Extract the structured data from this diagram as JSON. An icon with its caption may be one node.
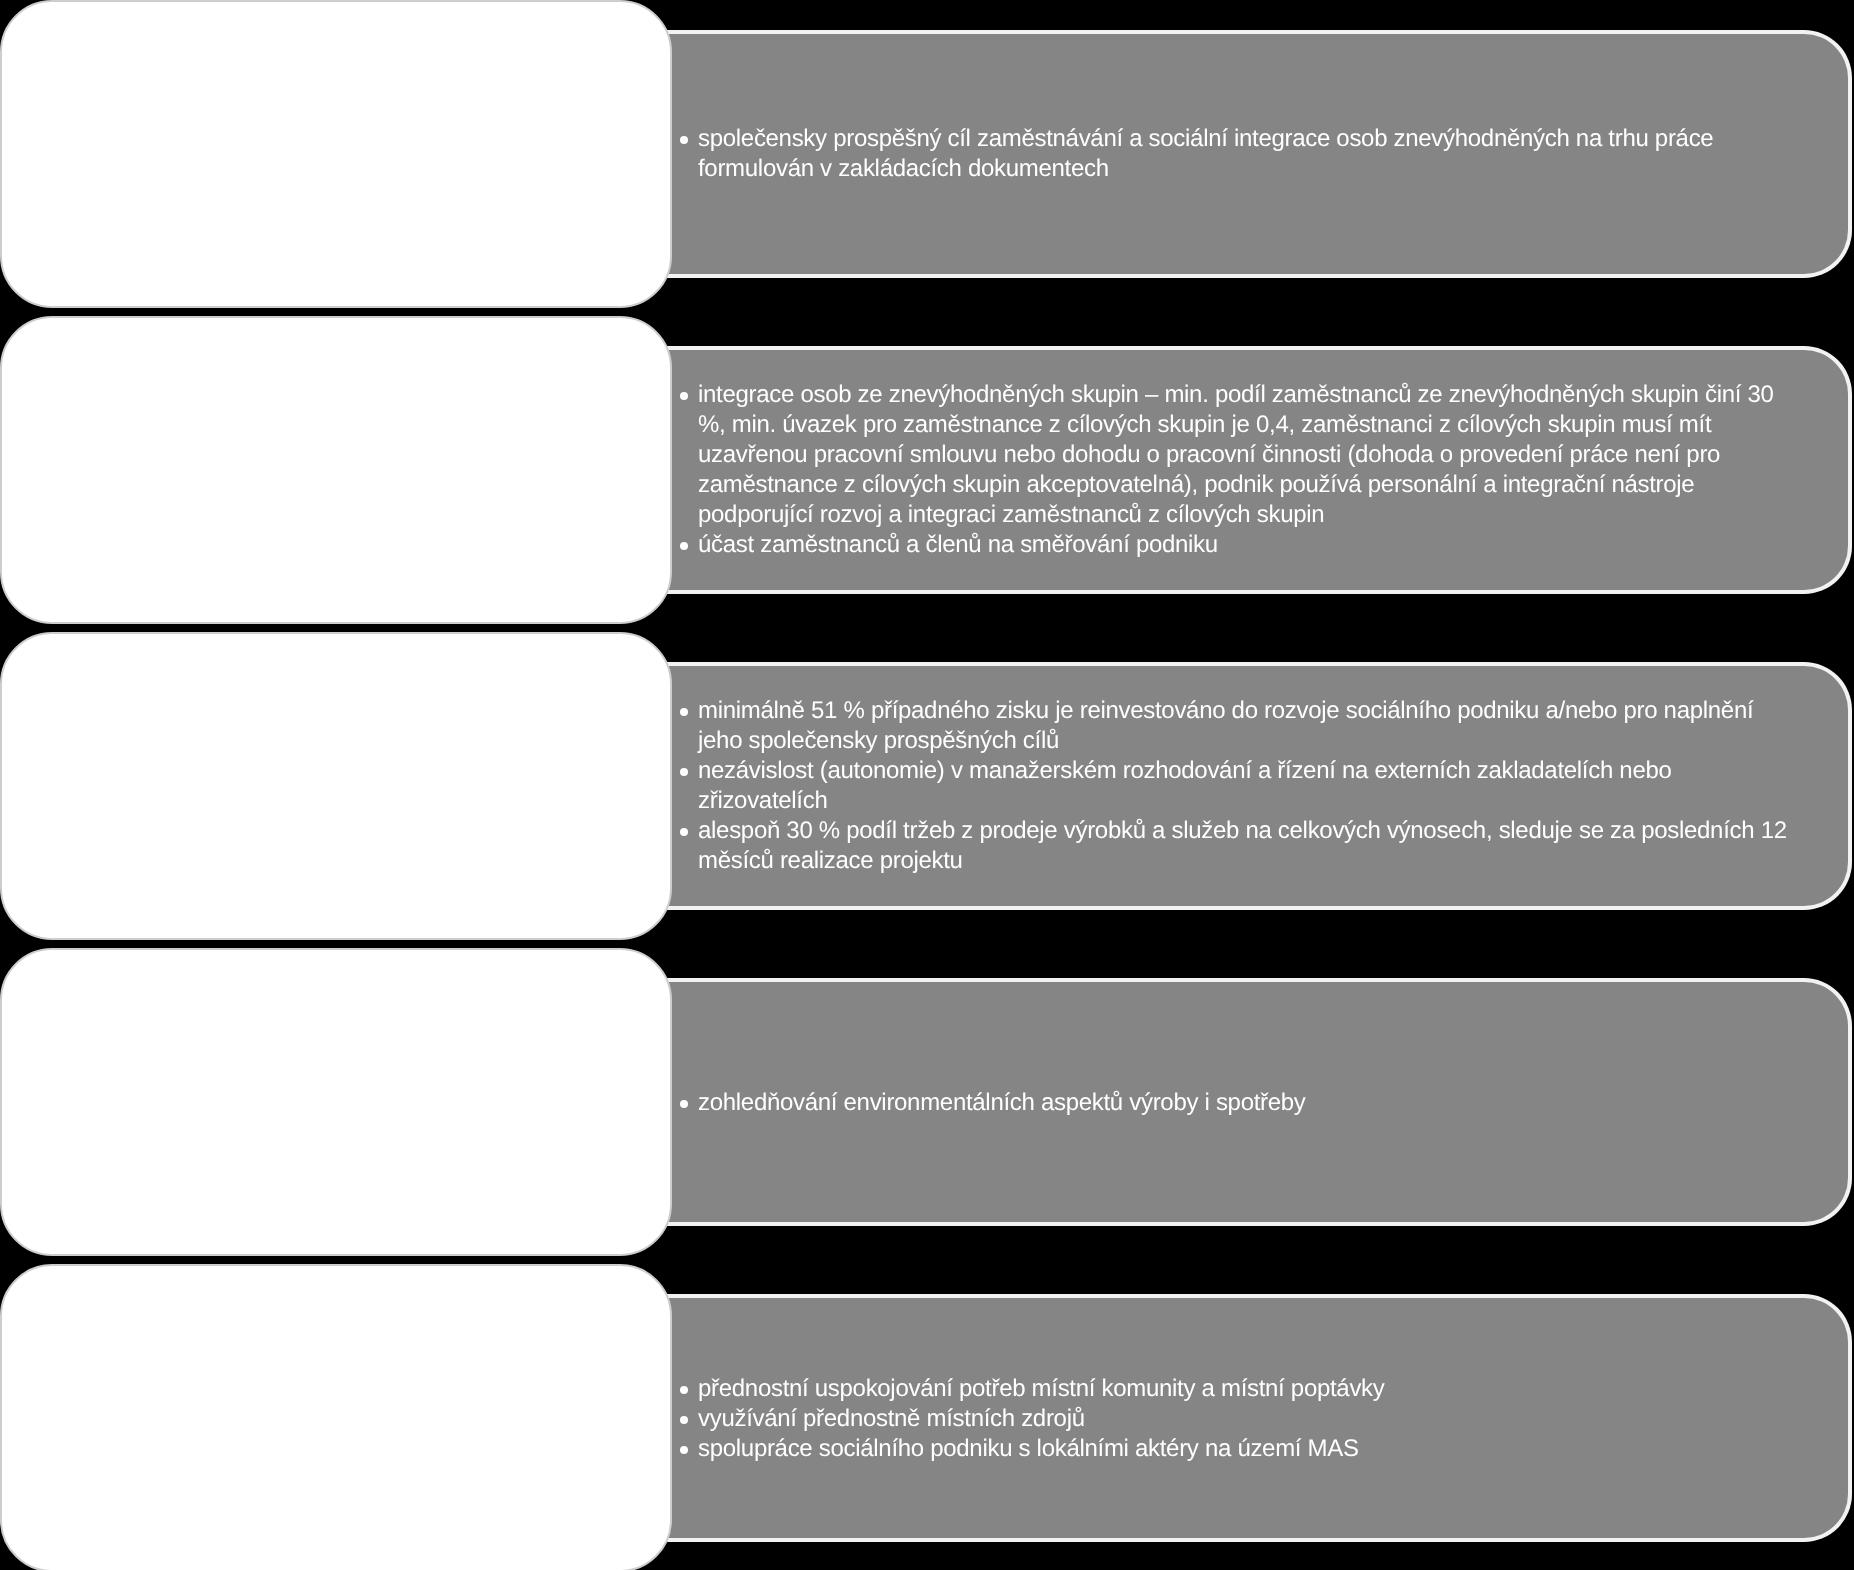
{
  "diagram": {
    "nodes": [
      {
        "text": [],
        "shape": "box"
      },
      {
        "text": [
          "společensky prospěšný cíl zaměstnávání a sociální integrace osob znevýhodněných na trhu práce formulován v zakládacích dokumentech"
        ]
      },
      {
        "text": [],
        "shape": "box"
      },
      {
        "text": [
          "integrace osob ze znevýhodněných skupin – min. podíl zaměstnanců ze znevýhodněných skupin činí 30 %, min. úvazek pro zaměstnance z cílových skupin je 0,4, zaměstnanci z cílových skupin musí mít uzavřenou pracovní smlouvu nebo dohodu o pracovní činnosti (dohoda o provedení práce není pro zaměstnance z cílových skupin akceptovatelná), podnik používá personální a integrační nástroje podporující rozvoj a integraci zaměstnanců z cílových skupin",
          "účast zaměstnanců a členů na směřování podniku"
        ]
      },
      {
        "text": [],
        "shape": "box"
      },
      {
        "text": [
          "minimálně 51 % případného zisku je reinvestováno do rozvoje sociálního podniku a/nebo pro naplnění jeho společensky prospěšných cílů",
          "nezávislost (autonomie) v manažerském rozhodování a řízení na externích zakladatelích nebo zřizovatelích",
          "alespoň 30 % podíl tržeb z prodeje výrobků a služeb na celkových výnosech, sleduje se za posledních 12 měsíců realizace projektu"
        ]
      },
      {
        "text": [],
        "shape": "box"
      },
      {
        "text": [
          "zohledňování environmentálních aspektů výroby i spotřeby"
        ]
      },
      {
        "text": [],
        "shape": "box"
      },
      {
        "text": [
          "přednostní uspokojování potřeb místní komunity a místní poptávky",
          "využívání přednostně místních zdrojů",
          "spolupráce sociálního podniku s lokálními aktéry na území MAS"
        ]
      }
    ]
  }
}
